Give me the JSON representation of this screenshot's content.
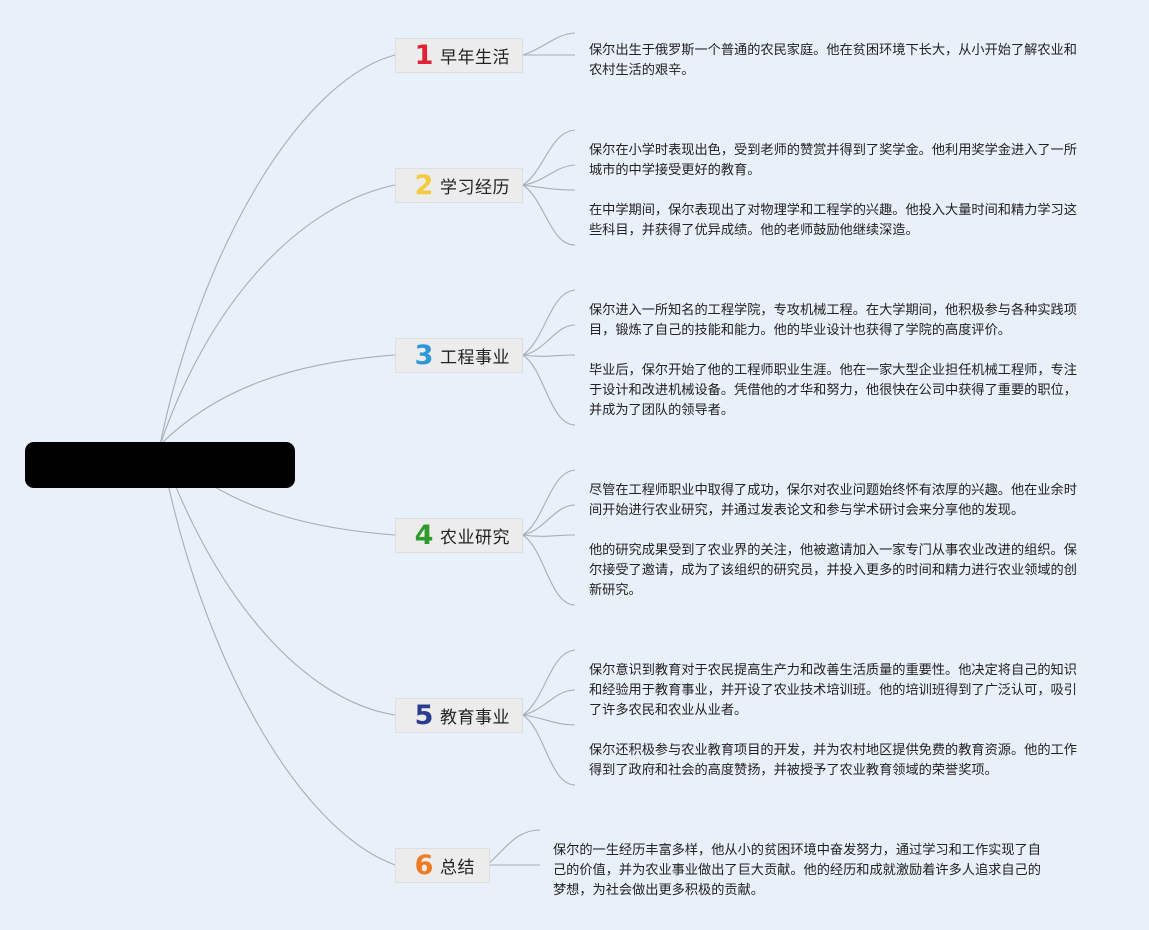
{
  "root": {
    "title": ""
  },
  "colors": {
    "background": "#e8f0f9",
    "line": "#a6adb6",
    "root": "#000000",
    "num1": "#e02235",
    "num2": "#f3cb3e",
    "num3": "#2e97d6",
    "num4": "#2f9b2f",
    "num5": "#283b8e",
    "num6": "#f07a1f"
  },
  "topics": [
    {
      "num": "1",
      "label": "早年生活",
      "items": [
        "保尔出生于俄罗斯一个普通的农民家庭。他在贫困环境下长大，从小开始了解农业和农村生活的艰辛。"
      ]
    },
    {
      "num": "2",
      "label": "学习经历",
      "items": [
        "保尔在小学时表现出色，受到老师的赞赏并得到了奖学金。他利用奖学金进入了一所城市的中学接受更好的教育。",
        "在中学期间，保尔表现出了对物理学和工程学的兴趣。他投入大量时间和精力学习这些科目，并获得了优异成绩。他的老师鼓励他继续深造。"
      ]
    },
    {
      "num": "3",
      "label": "工程事业",
      "items": [
        "保尔进入一所知名的工程学院，专攻机械工程。在大学期间，他积极参与各种实践项目，锻炼了自己的技能和能力。他的毕业设计也获得了学院的高度评价。",
        "毕业后，保尔开始了他的工程师职业生涯。他在一家大型企业担任机械工程师，专注于设计和改进机械设备。凭借他的才华和努力，他很快在公司中获得了重要的职位，并成为了团队的领导者。"
      ]
    },
    {
      "num": "4",
      "label": "农业研究",
      "items": [
        "尽管在工程师职业中取得了成功，保尔对农业问题始终怀有浓厚的兴趣。他在业余时间开始进行农业研究，并通过发表论文和参与学术研讨会来分享他的发现。",
        "他的研究成果受到了农业界的关注，他被邀请加入一家专门从事农业改进的组织。保尔接受了邀请，成为了该组织的研究员，并投入更多的时间和精力进行农业领域的创新研究。"
      ]
    },
    {
      "num": "5",
      "label": "教育事业",
      "items": [
        "保尔意识到教育对于农民提高生产力和改善生活质量的重要性。他决定将自己的知识和经验用于教育事业，并开设了农业技术培训班。他的培训班得到了广泛认可，吸引了许多农民和农业从业者。",
        "保尔还积极参与农业教育项目的开发，并为农村地区提供免费的教育资源。他的工作得到了政府和社会的高度赞扬，并被授予了农业教育领域的荣誉奖项。"
      ]
    },
    {
      "num": "6",
      "label": "总结",
      "items": [
        "保尔的一生经历丰富多样，他从小的贫困环境中奋发努力，通过学习和工作实现了自己的价值，并为农业事业做出了巨大贡献。他的经历和成就激励着许多人追求自己的梦想，为社会做出更多积极的贡献。"
      ]
    }
  ]
}
